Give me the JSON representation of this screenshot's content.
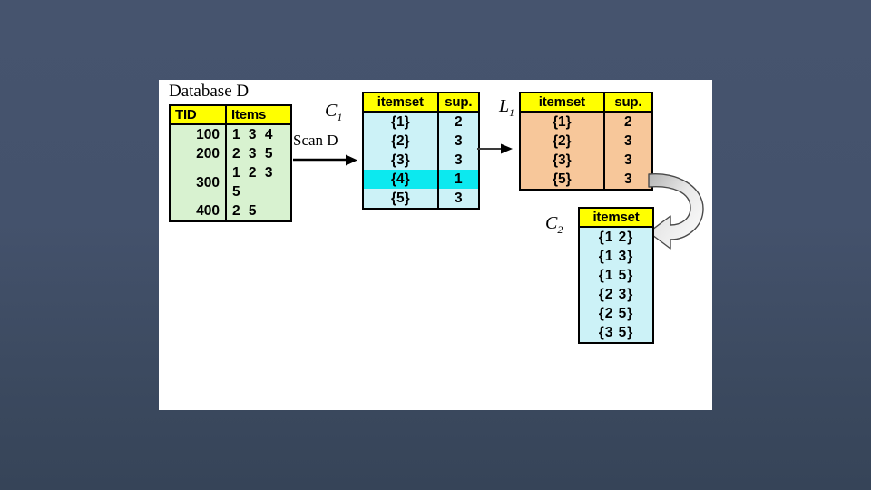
{
  "slide": {
    "background_color": "#44526c",
    "canvas_color": "#ffffff"
  },
  "palette": {
    "header_yellow": "#ffff00",
    "database_green": "#d8f2d0",
    "candidate_cyan": "#ccf2f7",
    "highlight_cyan": "#0ce9ef",
    "frequent_orange": "#f7c79a",
    "border_black": "#000000",
    "arrow_gray": "#9d9d9d"
  },
  "database": {
    "title": "Database D",
    "columns": [
      "TID",
      "Items"
    ],
    "rows": [
      {
        "tid": "100",
        "items": "1 3 4"
      },
      {
        "tid": "200",
        "items": "2 3 5"
      },
      {
        "tid": "300",
        "items": "1 2 3 5"
      },
      {
        "tid": "400",
        "items": "2 5"
      }
    ]
  },
  "scan_arrow": {
    "label": "Scan D"
  },
  "c1": {
    "label": "C",
    "label_sub": "1",
    "columns": [
      "itemset",
      "sup."
    ],
    "rows": [
      {
        "itemset": "{1}",
        "sup": "2",
        "highlight": false
      },
      {
        "itemset": "{2}",
        "sup": "3",
        "highlight": false
      },
      {
        "itemset": "{3}",
        "sup": "3",
        "highlight": false
      },
      {
        "itemset": "{4}",
        "sup": "1",
        "highlight": true
      },
      {
        "itemset": "{5}",
        "sup": "3",
        "highlight": false
      }
    ]
  },
  "l1": {
    "label": "L",
    "label_sub": "1",
    "columns": [
      "itemset",
      "sup."
    ],
    "rows": [
      {
        "itemset": "{1}",
        "sup": "2"
      },
      {
        "itemset": "{2}",
        "sup": "3"
      },
      {
        "itemset": "{3}",
        "sup": "3"
      },
      {
        "itemset": "{5}",
        "sup": "3"
      }
    ]
  },
  "c2": {
    "label": "C",
    "label_sub": "2",
    "columns": [
      "itemset"
    ],
    "rows": [
      {
        "itemset": "{1 2}"
      },
      {
        "itemset": "{1 3}"
      },
      {
        "itemset": "{1 5}"
      },
      {
        "itemset": "{2 3}"
      },
      {
        "itemset": "{2 5}"
      },
      {
        "itemset": "{3 5}"
      }
    ]
  }
}
